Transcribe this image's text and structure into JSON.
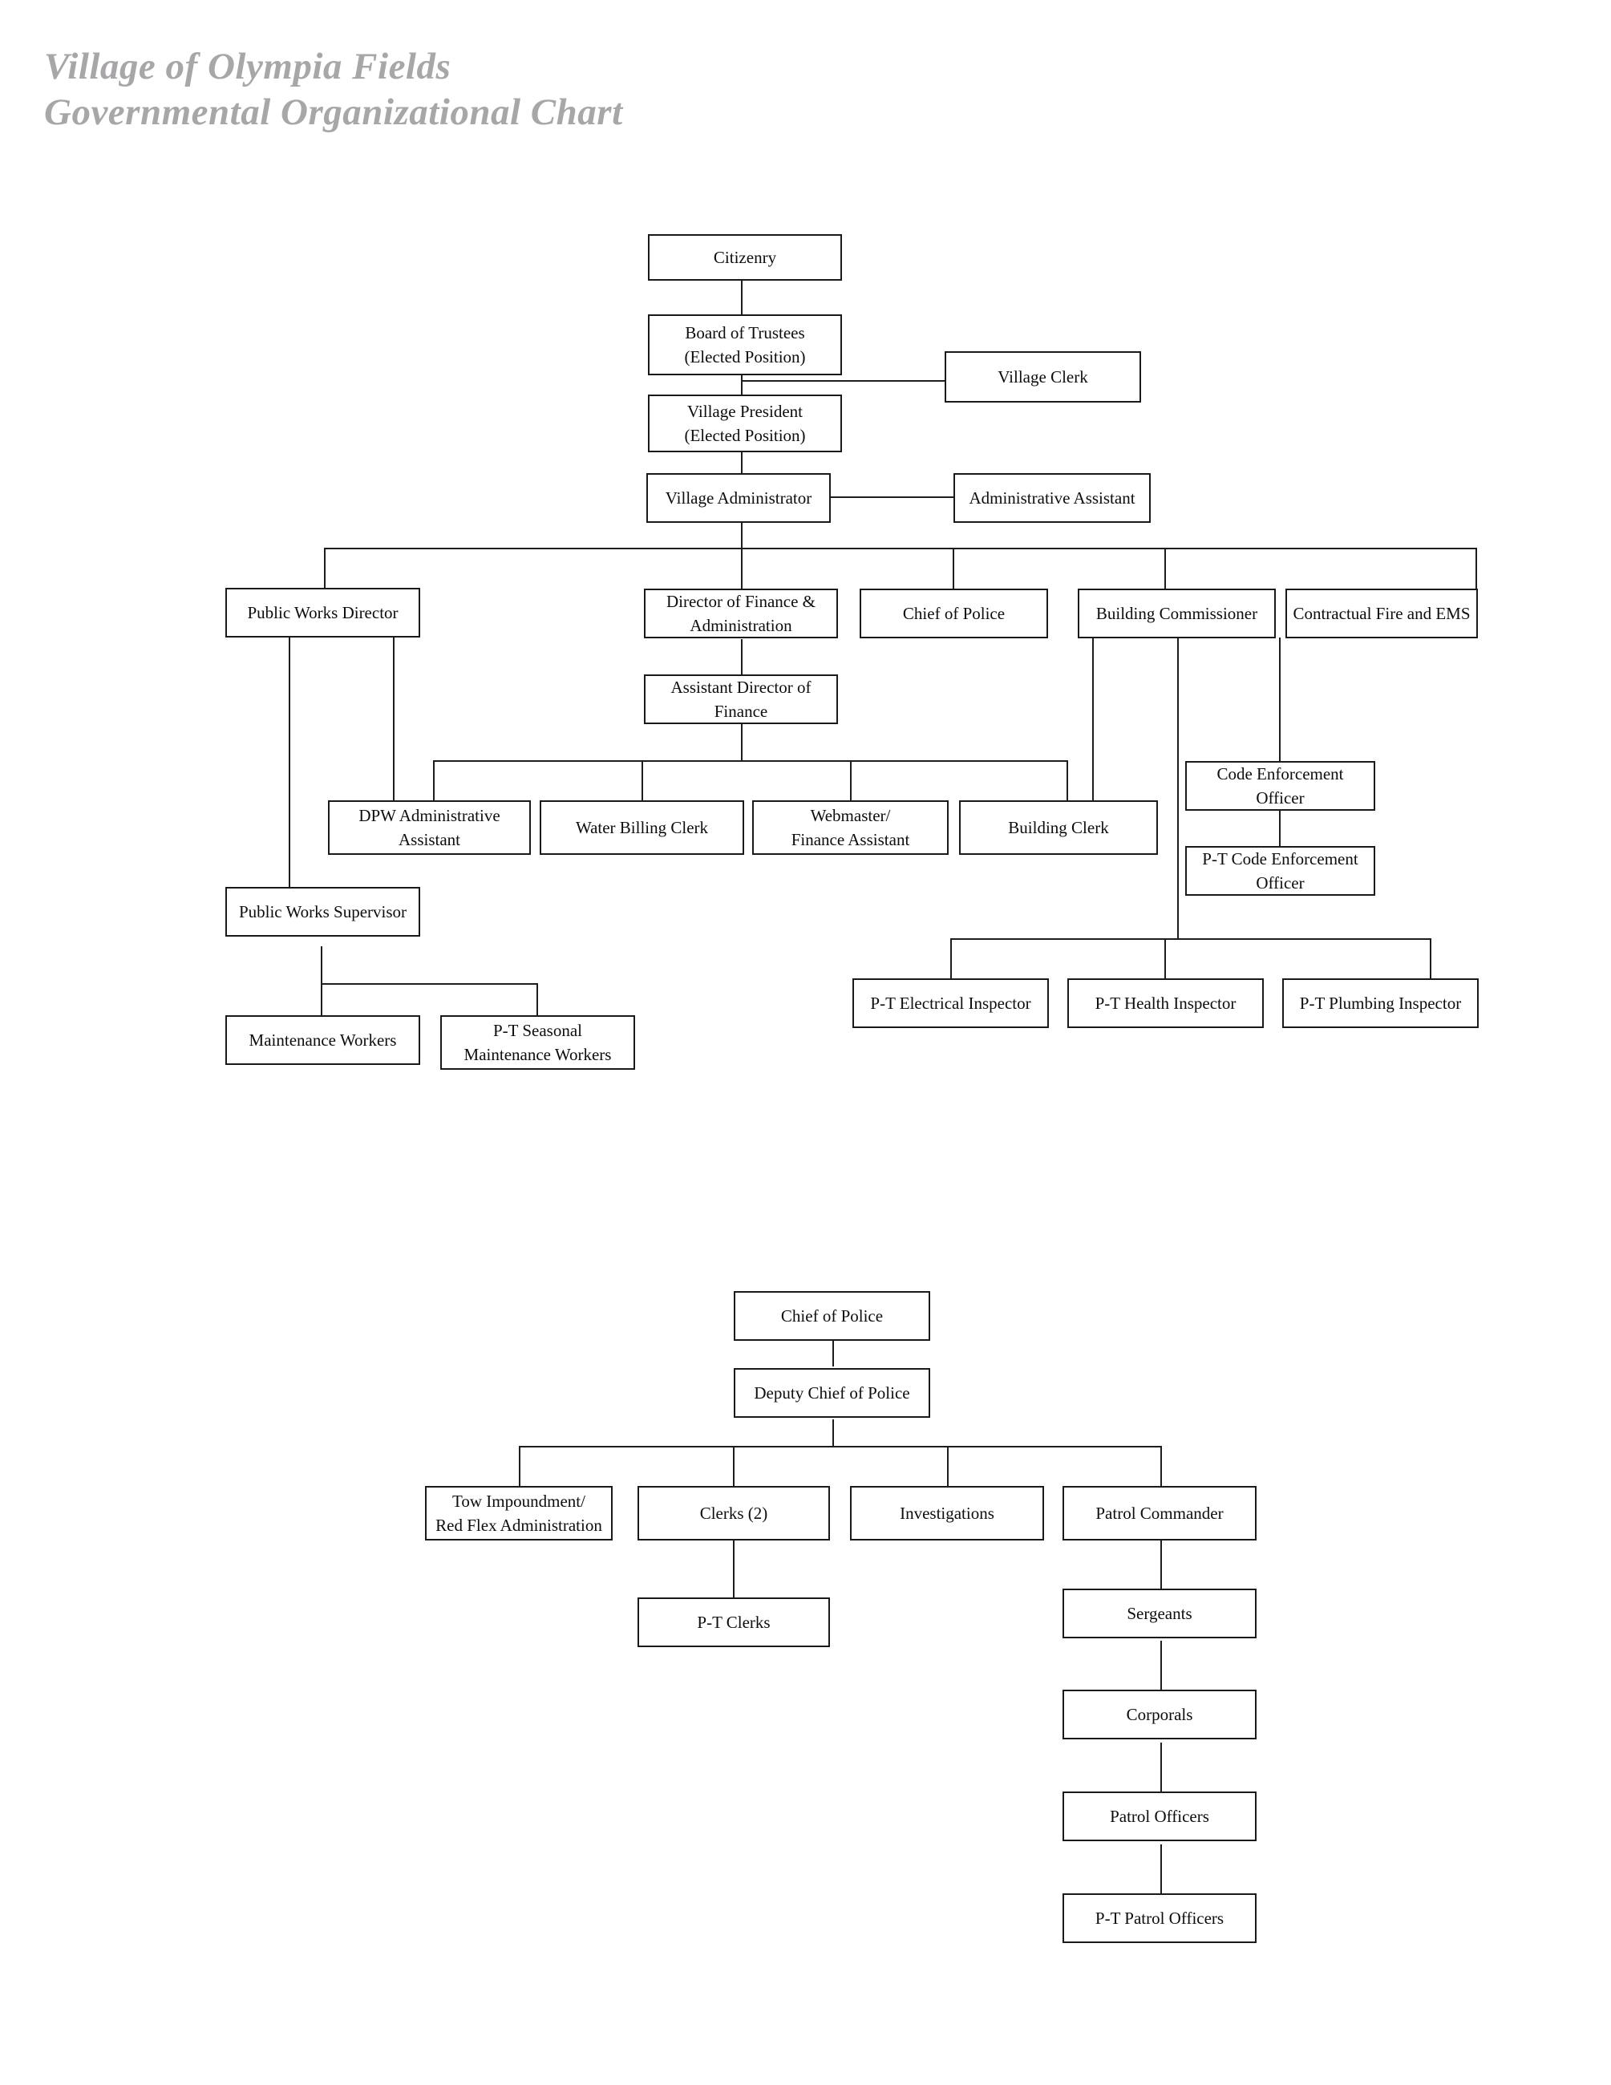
{
  "title": {
    "line1": "Village of Olympia Fields",
    "line2": "Governmental Organizational Chart",
    "color": "#a9a6a9"
  },
  "colors": {
    "box_border": "#1a1a1a",
    "line": "#1d1d1d",
    "text": "#0d0d0d",
    "background": "#ffffff"
  },
  "chart_data": {
    "type": "diagram",
    "diagram_type": "organizational-chart",
    "title": "Village of Olympia Fields Governmental Organizational Chart",
    "charts": [
      {
        "name": "village-government",
        "nodes": [
          "Citizenry",
          "Board of Trustees\n(Elected Position)",
          "Village Clerk",
          "Village President\n(Elected Position)",
          "Village Administrator",
          "Administrative Assistant",
          "Public Works Director",
          "Director of Finance &\nAdministration",
          "Chief of Police",
          "Building Commissioner",
          "Contractual Fire and EMS",
          "Assistant Director of\nFinance",
          "DPW Administrative\nAssistant",
          "Water Billing Clerk",
          "Webmaster/\nFinance Assistant",
          "Building Clerk",
          "Code Enforcement Officer",
          "P-T Code Enforcement\nOfficer",
          "Public Works Supervisor",
          "Maintenance Workers",
          "P-T Seasonal\nMaintenance Workers",
          "P-T Electrical Inspector",
          "P-T Health Inspector",
          "P-T Plumbing Inspector"
        ],
        "edges": [
          [
            "Citizenry",
            "Board of Trustees"
          ],
          [
            "Board of Trustees",
            "Village Clerk"
          ],
          [
            "Board of Trustees",
            "Village President"
          ],
          [
            "Village President",
            "Village Administrator"
          ],
          [
            "Village Administrator",
            "Administrative Assistant"
          ],
          [
            "Village Administrator",
            "Public Works Director"
          ],
          [
            "Village Administrator",
            "Director of Finance & Administration"
          ],
          [
            "Village Administrator",
            "Chief of Police"
          ],
          [
            "Village Administrator",
            "Building Commissioner"
          ],
          [
            "Village Administrator",
            "Contractual Fire and EMS"
          ],
          [
            "Director of Finance & Administration",
            "Assistant Director of Finance"
          ],
          [
            "Assistant Director of Finance",
            "DPW Administrative Assistant"
          ],
          [
            "Assistant Director of Finance",
            "Water Billing Clerk"
          ],
          [
            "Assistant Director of Finance",
            "Webmaster/Finance Assistant"
          ],
          [
            "Assistant Director of Finance",
            "Building Clerk"
          ],
          [
            "Public Works Director",
            "DPW Administrative Assistant"
          ],
          [
            "Public Works Director",
            "Public Works Supervisor"
          ],
          [
            "Public Works Supervisor",
            "Maintenance Workers"
          ],
          [
            "Public Works Supervisor",
            "P-T Seasonal Maintenance Workers"
          ],
          [
            "Building Commissioner",
            "Building Clerk"
          ],
          [
            "Building Commissioner",
            "Code Enforcement Officer"
          ],
          [
            "Code Enforcement Officer",
            "P-T Code Enforcement Officer"
          ],
          [
            "Building Commissioner",
            "P-T Electrical Inspector"
          ],
          [
            "Building Commissioner",
            "P-T Health Inspector"
          ],
          [
            "Building Commissioner",
            "P-T Plumbing Inspector"
          ]
        ]
      },
      {
        "name": "police-department",
        "nodes": [
          "Chief of Police",
          "Deputy Chief of Police",
          "Tow Impoundment/\nRed Flex Administration",
          "Clerks (2)",
          "Investigations",
          "Patrol Commander",
          "P-T Clerks",
          "Sergeants",
          "Corporals",
          "Patrol Officers",
          "P-T Patrol Officers"
        ],
        "edges": [
          [
            "Chief of Police",
            "Deputy Chief of Police"
          ],
          [
            "Deputy Chief of Police",
            "Tow Impoundment/Red Flex Administration"
          ],
          [
            "Deputy Chief of Police",
            "Clerks (2)"
          ],
          [
            "Deputy Chief of Police",
            "Investigations"
          ],
          [
            "Deputy Chief of Police",
            "Patrol Commander"
          ],
          [
            "Clerks (2)",
            "P-T Clerks"
          ],
          [
            "Patrol Commander",
            "Sergeants"
          ],
          [
            "Sergeants",
            "Corporals"
          ],
          [
            "Corporals",
            "Patrol Officers"
          ],
          [
            "Patrol Officers",
            "P-T Patrol Officers"
          ]
        ]
      }
    ]
  },
  "org": {
    "citizenry": "Citizenry",
    "board_of_trustees": "Board of Trustees\n(Elected Position)",
    "village_clerk": "Village Clerk",
    "village_president": "Village President\n(Elected Position)",
    "village_administrator": "Village Administrator",
    "administrative_assistant": "Administrative Assistant",
    "public_works_director": "Public Works Director",
    "director_of_finance": "Director of Finance &\nAdministration",
    "chief_of_police": "Chief of Police",
    "building_commissioner": "Building Commissioner",
    "contractual_fire_ems": "Contractual Fire and EMS",
    "assistant_director_finance": "Assistant Director of\nFinance",
    "dpw_administrative_assistant": "DPW Administrative\nAssistant",
    "water_billing_clerk": "Water Billing Clerk",
    "webmaster_finance_assistant": "Webmaster/\nFinance Assistant",
    "building_clerk": "Building Clerk",
    "code_enforcement_officer": "Code Enforcement Officer",
    "pt_code_enforcement_officer": "P-T Code Enforcement\nOfficer",
    "public_works_supervisor": "Public Works Supervisor",
    "maintenance_workers": "Maintenance Workers",
    "pt_seasonal_maintenance_workers": "P-T Seasonal\nMaintenance Workers",
    "pt_electrical_inspector": "P-T Electrical Inspector",
    "pt_health_inspector": "P-T Health Inspector",
    "pt_plumbing_inspector": "P-T Plumbing Inspector"
  },
  "police": {
    "chief_of_police": "Chief of Police",
    "deputy_chief_of_police": "Deputy Chief of Police",
    "tow_impoundment": "Tow Impoundment/\nRed Flex Administration",
    "clerks": "Clerks (2)",
    "investigations": "Investigations",
    "patrol_commander": "Patrol Commander",
    "pt_clerks": "P-T Clerks",
    "sergeants": "Sergeants",
    "corporals": "Corporals",
    "patrol_officers": "Patrol Officers",
    "pt_patrol_officers": "P-T Patrol Officers"
  }
}
